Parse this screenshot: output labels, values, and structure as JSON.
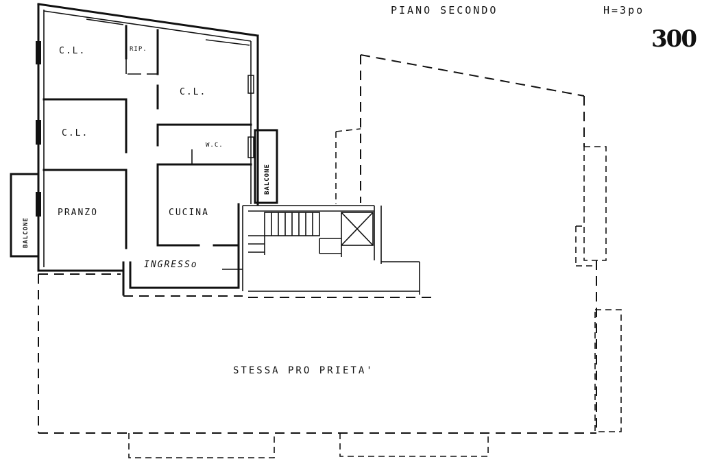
{
  "header": {
    "title": "PIANO SECONDO",
    "height": "H=3po",
    "stamp": "300"
  },
  "rooms": {
    "cl_top_left": "C.L.",
    "rip": "RIP.",
    "cl_top_right": "C.L.",
    "cl_mid_left": "C.L.",
    "wc": "W.C.",
    "pranzo": "PRANZO",
    "cucina": "CUCINA",
    "ingresso": "INGRESSo",
    "balcone_left": "BALCONE",
    "balcone_right": "BALCONE",
    "stessa_proprieta": "STESSA PRO PRIETA'"
  }
}
